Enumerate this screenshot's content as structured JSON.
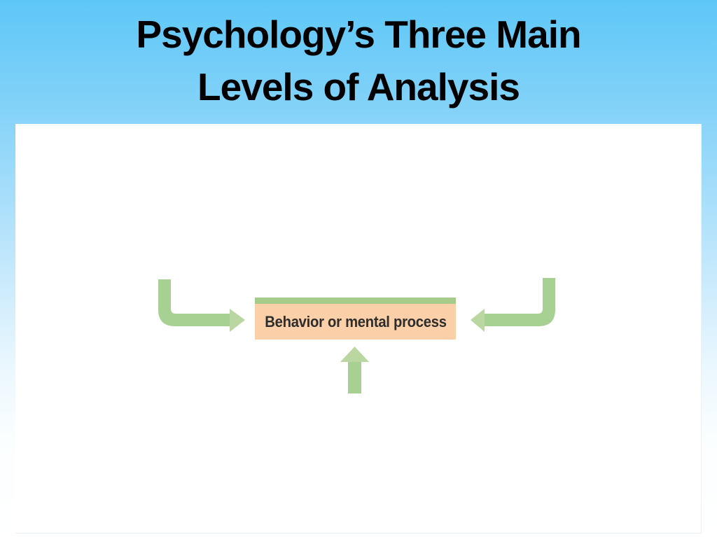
{
  "slide": {
    "title": {
      "line1": "Psychology’s Three Main",
      "line2": "Levels of Analysis"
    }
  },
  "diagram": {
    "center_box": {
      "label": "Behavior or mental process"
    },
    "arrows": [
      {
        "name": "left-curved-arrow",
        "meaning": "feeds into behavior or mental process from the left"
      },
      {
        "name": "right-curved-arrow",
        "meaning": "feeds into behavior or mental process from the right"
      },
      {
        "name": "bottom-up-arrow",
        "meaning": "feeds into behavior or mental process from below"
      }
    ],
    "colors": {
      "arrow_shaft": "#A7D192",
      "arrow_head": "#BAD7A2",
      "box_fill": "#FBCFA7",
      "box_top_bar": "#A5CB8B",
      "box_text": "#2D2D2D"
    }
  },
  "background": {
    "top_color": "#5EC7F7",
    "bottom_color": "#FFFFFF",
    "panel_color": "#FFFFFF",
    "title_color": "#000000"
  }
}
